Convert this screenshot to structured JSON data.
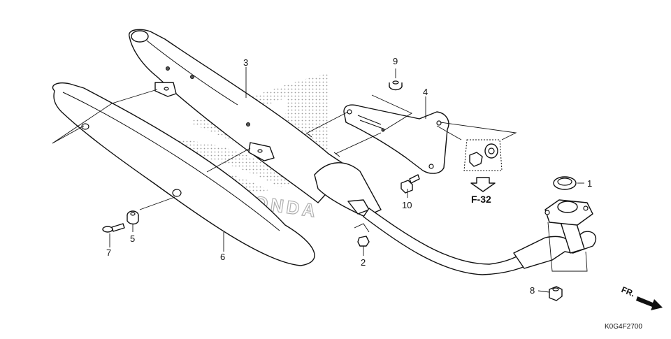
{
  "diagram": {
    "callouts": [
      {
        "id": "1",
        "label": "1"
      },
      {
        "id": "2",
        "label": "2"
      },
      {
        "id": "3",
        "label": "3"
      },
      {
        "id": "4",
        "label": "4"
      },
      {
        "id": "5",
        "label": "5"
      },
      {
        "id": "6",
        "label": "6"
      },
      {
        "id": "7",
        "label": "7"
      },
      {
        "id": "8",
        "label": "8"
      },
      {
        "id": "9",
        "label": "9"
      },
      {
        "id": "10",
        "label": "10"
      }
    ],
    "reference": "F-32",
    "direction": "FR.",
    "diagram_code": "K0G4F2700",
    "watermark": "HONDA"
  }
}
